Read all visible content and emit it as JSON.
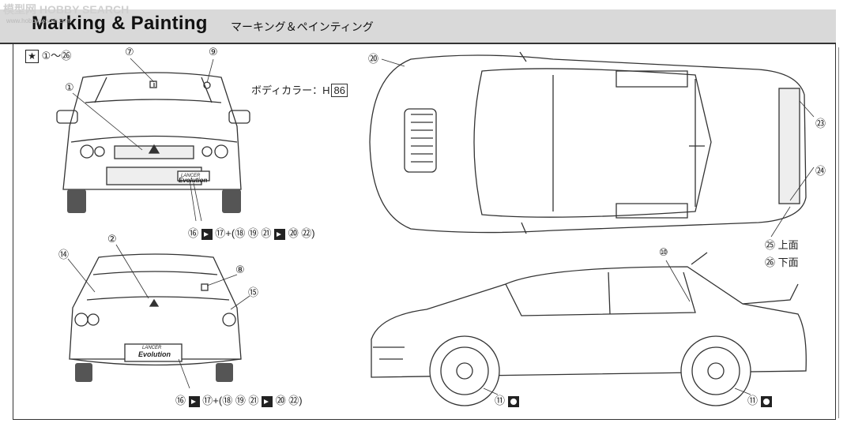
{
  "watermark": {
    "text": "模型网 HOBBY SEARCH",
    "sub": "www.hobbysearch.com"
  },
  "header": {
    "title": "Marking & Painting",
    "subtitle": "マーキング＆ペインティング"
  },
  "legend": {
    "star": "★",
    "range": "①～㉖"
  },
  "paint": {
    "label": "ボディカラー：H",
    "code": "86"
  },
  "front_callouts": {
    "c1": "①",
    "c7": "⑦",
    "c9": "⑨"
  },
  "front_plate": {
    "top": "LANCER",
    "bottom": "Evolution"
  },
  "front_decal_seq": {
    "a": "⑯",
    "b": "⑰",
    "c": "+(⑱ ⑲ ㉑",
    "d": "⑳ ㉒)"
  },
  "rear_callouts": {
    "c14": "⑭",
    "c2": "②",
    "c8": "⑧",
    "c15": "⑮"
  },
  "rear_plate": {
    "top": "LANCER",
    "bottom": "Evolution"
  },
  "rear_decal_seq": {
    "a": "⑯",
    "b": "⑰",
    "c": "+(⑱ ⑲ ㉑",
    "d": "⑳ ㉒)"
  },
  "top_callouts": {
    "c20": "⑳",
    "c23": "㉓",
    "c24": "㉔"
  },
  "top_notes": [
    {
      "num": "㉕",
      "text": "上面"
    },
    {
      "num": "㉖",
      "text": "下面"
    }
  ],
  "side_callouts": {
    "c10": "⑩",
    "c11a": "⑪",
    "c11b": "⑪"
  },
  "colors": {
    "header_bg": "#d9d9d9",
    "line": "#333333"
  }
}
